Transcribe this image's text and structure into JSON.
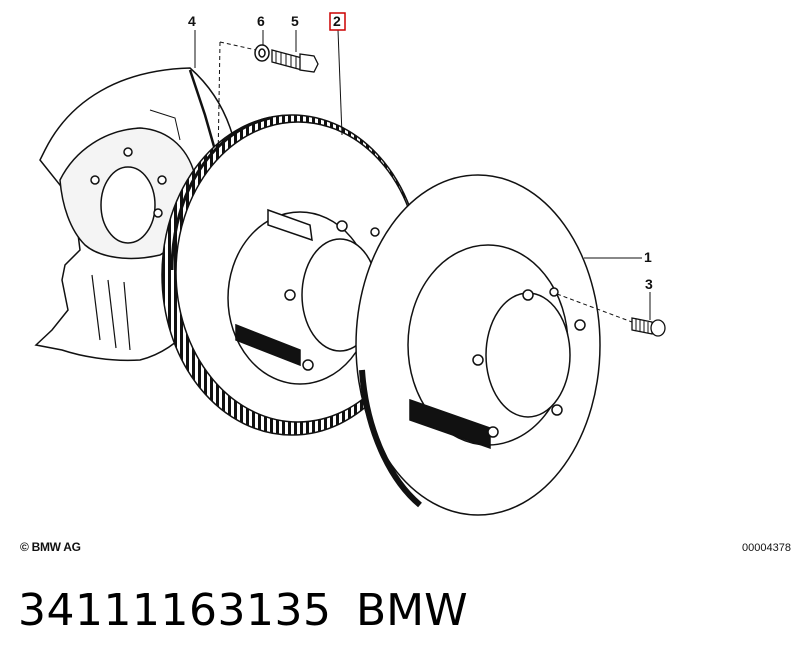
{
  "diagram": {
    "callouts": {
      "c1": "1",
      "c2": "2",
      "c3": "3",
      "c4": "4",
      "c5": "5",
      "c6": "6"
    },
    "highlight_color": "#cc0000"
  },
  "footer": {
    "copyright": "© BMW AG",
    "diagram_id": "00004378"
  },
  "product": {
    "part_number": "34111163135",
    "brand": "BMW"
  }
}
